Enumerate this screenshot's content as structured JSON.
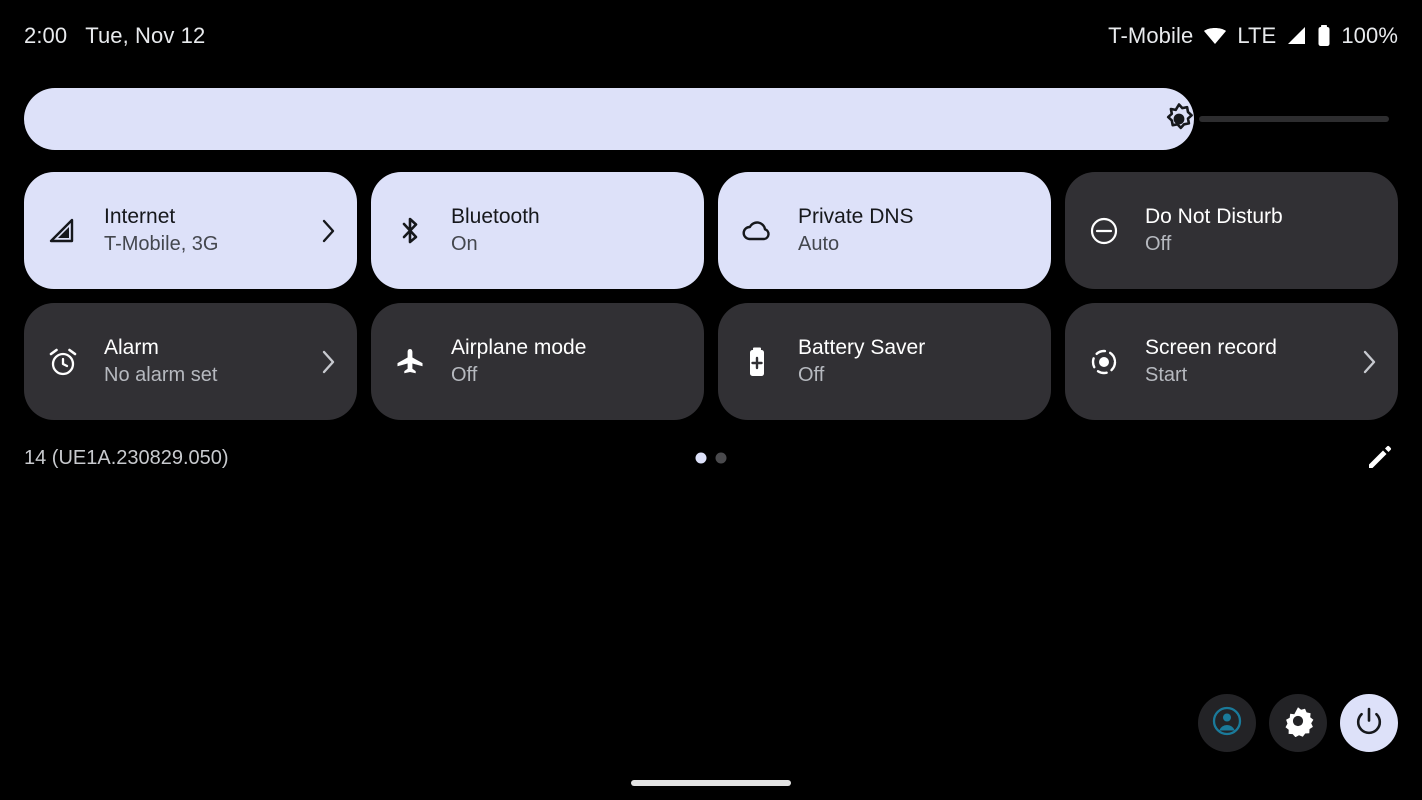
{
  "statusbar": {
    "time": "2:00",
    "date": "Tue, Nov 12",
    "carrier": "T-Mobile",
    "network_type": "LTE",
    "battery_percent": "100%",
    "icons": [
      "wifi-icon",
      "signal-icon",
      "battery-icon"
    ]
  },
  "brightness": {
    "icon": "brightness-icon",
    "level_percent": 85,
    "label": "Brightness"
  },
  "tiles": [
    {
      "title": "Internet",
      "subtitle": "T-Mobile, 3G",
      "icon": "signal-cellular-icon",
      "state": "active",
      "has_chevron": true,
      "name": "tile-internet"
    },
    {
      "title": "Bluetooth",
      "subtitle": "On",
      "icon": "bluetooth-icon",
      "state": "active",
      "has_chevron": false,
      "name": "tile-bluetooth"
    },
    {
      "title": "Private DNS",
      "subtitle": "Auto",
      "icon": "cloud-icon",
      "state": "active",
      "has_chevron": false,
      "name": "tile-private-dns"
    },
    {
      "title": "Do Not Disturb",
      "subtitle": "Off",
      "icon": "do-not-disturb-icon",
      "state": "inactive",
      "has_chevron": false,
      "name": "tile-do-not-disturb"
    },
    {
      "title": "Alarm",
      "subtitle": "No alarm set",
      "icon": "alarm-clock-icon",
      "state": "inactive",
      "has_chevron": true,
      "name": "tile-alarm"
    },
    {
      "title": "Airplane mode",
      "subtitle": "Off",
      "icon": "airplane-icon",
      "state": "inactive",
      "has_chevron": false,
      "name": "tile-airplane-mode"
    },
    {
      "title": "Battery Saver",
      "subtitle": "Off",
      "icon": "battery-saver-icon",
      "state": "inactive",
      "has_chevron": false,
      "name": "tile-battery-saver"
    },
    {
      "title": "Screen record",
      "subtitle": "Start",
      "icon": "screen-record-icon",
      "state": "inactive",
      "has_chevron": true,
      "name": "tile-screen-record"
    }
  ],
  "footer": {
    "build_label": "14 (UE1A.230829.050)",
    "pages": {
      "count": 2,
      "current": 1
    },
    "edit_icon": "pencil-edit-icon"
  },
  "bottom_actions": [
    {
      "name": "user-switcher-button",
      "icon": "account-circle-icon",
      "style": "dark"
    },
    {
      "name": "settings-button",
      "icon": "gear-icon",
      "style": "dark"
    },
    {
      "name": "power-button",
      "icon": "power-icon",
      "style": "light"
    }
  ],
  "navigation": {
    "handle": "home-gesture-handle"
  },
  "colors": {
    "background": "#000000",
    "tile_active_bg": "#dde1f9",
    "tile_inactive_bg": "#313034",
    "accent_light": "#dde1f9",
    "avatar_accent": "#1a7a9a",
    "text_primary": "#ffffff",
    "text_on_active": "#16181c"
  }
}
